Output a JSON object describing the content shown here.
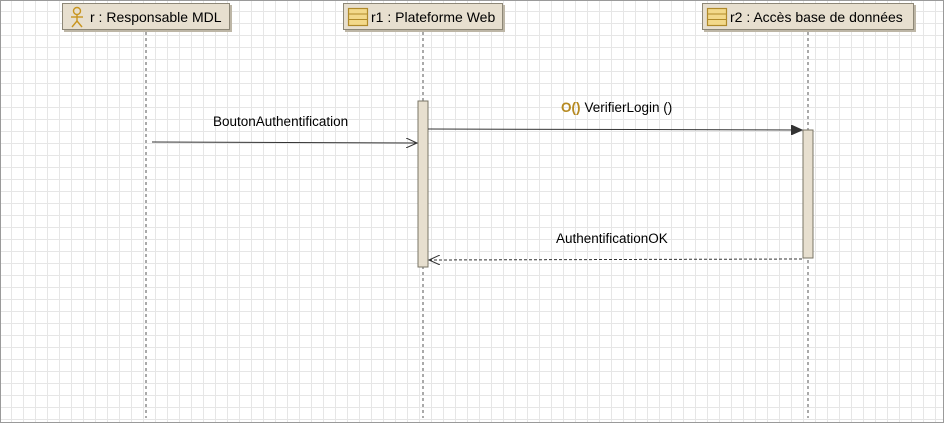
{
  "lifelines": [
    {
      "id": "r",
      "label": "r : Responsable MDL",
      "icon": "actor-icon"
    },
    {
      "id": "r1",
      "label": "r1 : Plateforme Web",
      "icon": "class-icon"
    },
    {
      "id": "r2",
      "label": "r2 : Accès base de données",
      "icon": "class-icon"
    }
  ],
  "messages": [
    {
      "from": "r",
      "to": "r1",
      "label": "BoutonAuthentification",
      "kind": "async"
    },
    {
      "from": "r1",
      "to": "r2",
      "label": "VerifierLogin ()",
      "kind": "sync",
      "operation_icon": "O()"
    },
    {
      "from": "r2",
      "to": "r1",
      "label": "AuthentificationOK",
      "kind": "return"
    }
  ],
  "colors": {
    "lifeline_fill": "#e7dfcf",
    "lifeline_border": "#8d8777",
    "activation_fill": "#e7dfcf",
    "operation_icon": "#b68a22",
    "grid": "#e6e6e6"
  }
}
